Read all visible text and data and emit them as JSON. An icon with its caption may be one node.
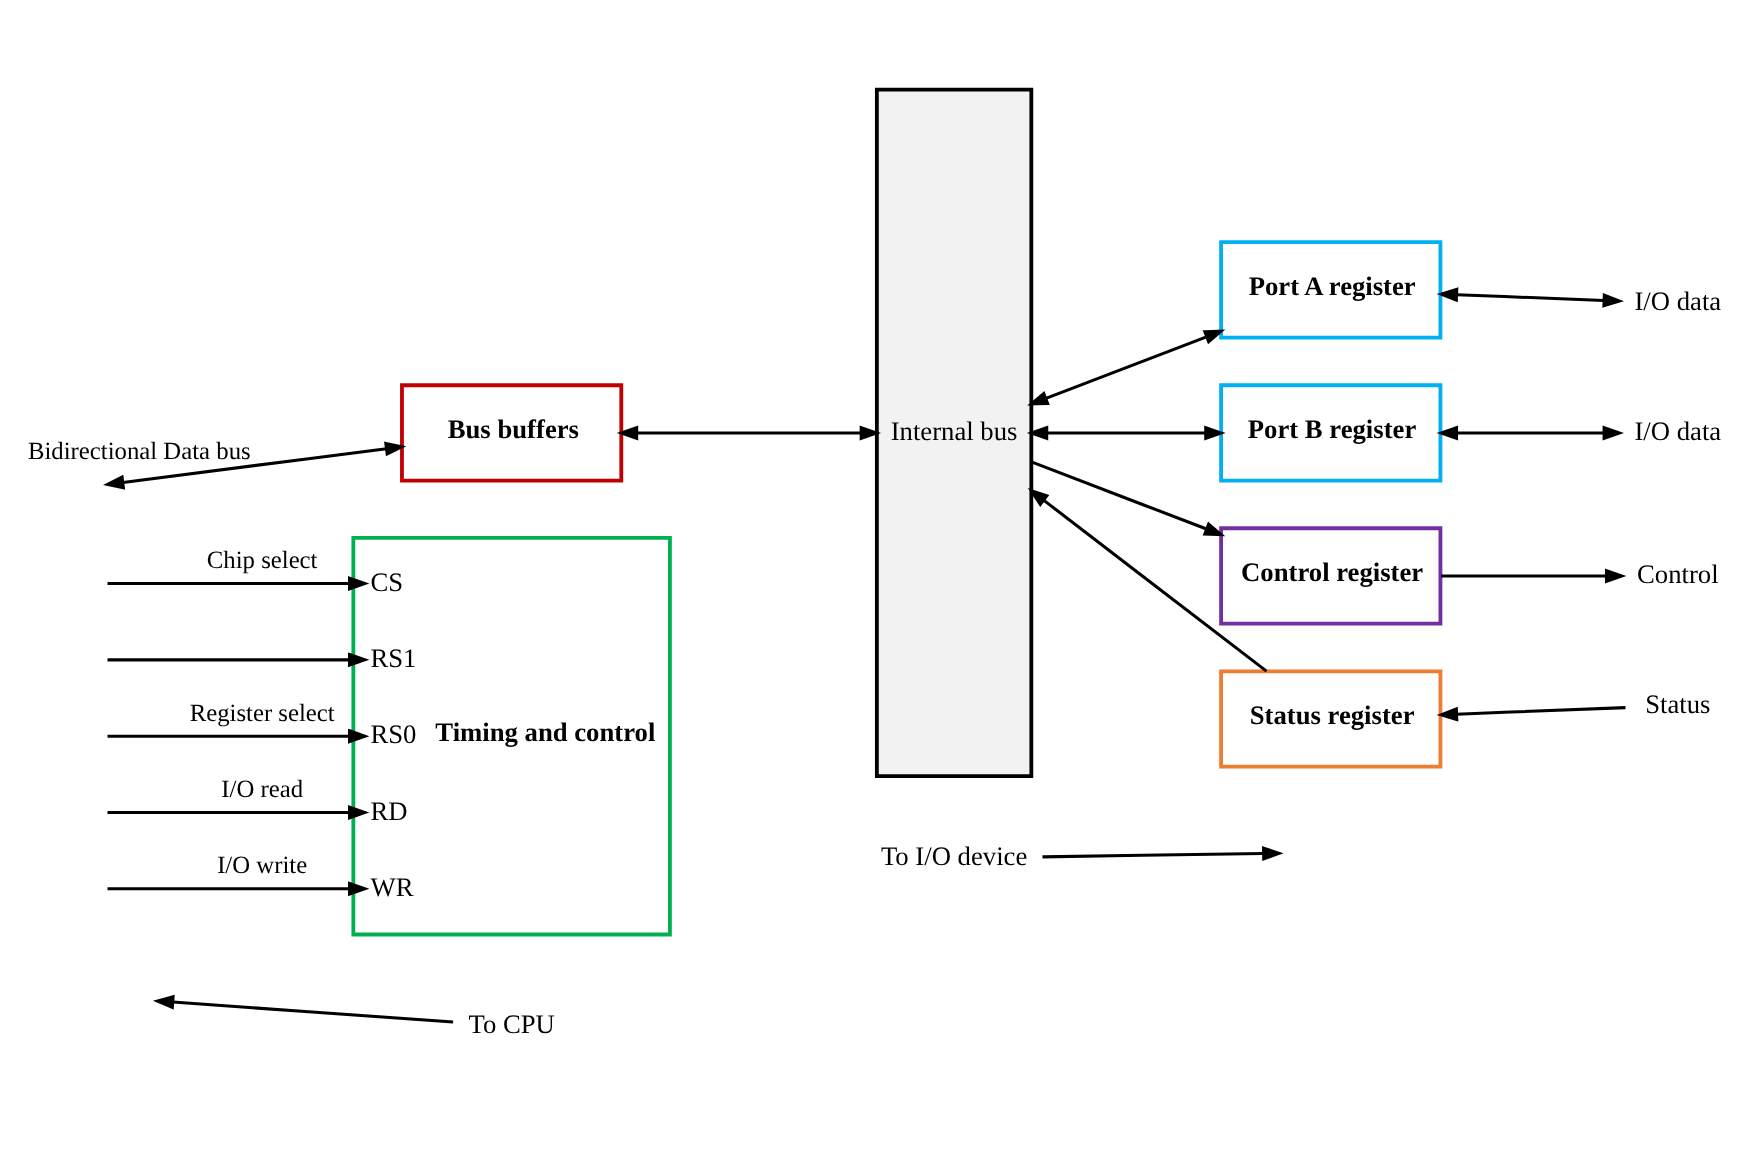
{
  "diagram": {
    "nodes": [
      {
        "text": [
          "Bus buffers"
        ]
      },
      {
        "text": [
          "CS",
          "RS1",
          "RS0",
          "RD",
          "WR",
          "Timing and control"
        ]
      },
      {
        "text": [
          "Internal bus"
        ]
      },
      {
        "text": [
          "Port A register"
        ]
      },
      {
        "text": [
          "Port B register"
        ]
      },
      {
        "text": [
          "Control register"
        ]
      },
      {
        "text": [
          "Status register"
        ]
      },
      {
        "text": [
          "I/O data"
        ]
      },
      {
        "text": [
          "I/O data"
        ]
      },
      {
        "text": [
          "Control"
        ]
      },
      {
        "text": [
          "Status"
        ]
      }
    ],
    "edges": [
      {
        "from": null,
        "to": 0,
        "arrow": "both",
        "label": "Bidirectional Data bus"
      },
      {
        "from": null,
        "to": 1,
        "arrow": "to",
        "label": "Chip select"
      },
      {
        "from": null,
        "to": 1,
        "arrow": "to"
      },
      {
        "from": null,
        "to": 1,
        "arrow": "to",
        "label": "Register select"
      },
      {
        "from": null,
        "to": 1,
        "arrow": "to",
        "label": "I/O read"
      },
      {
        "from": null,
        "to": 1,
        "arrow": "to",
        "label": "I/O write"
      },
      {
        "from": 0,
        "to": 2,
        "arrow": "both"
      },
      {
        "from": 2,
        "to": 3,
        "arrow": "both"
      },
      {
        "from": 2,
        "to": 4,
        "arrow": "both"
      },
      {
        "from": 2,
        "to": 5,
        "arrow": "to"
      },
      {
        "from": 6,
        "to": 2,
        "arrow": "to"
      },
      {
        "from": 3,
        "to": 7,
        "arrow": "both"
      },
      {
        "from": 4,
        "to": 8,
        "arrow": "both"
      },
      {
        "from": 5,
        "to": 9,
        "arrow": "to"
      },
      {
        "from": 10,
        "to": 6,
        "arrow": "to"
      }
    ],
    "labels": [
      "To CPU",
      "To I/O device"
    ]
  }
}
